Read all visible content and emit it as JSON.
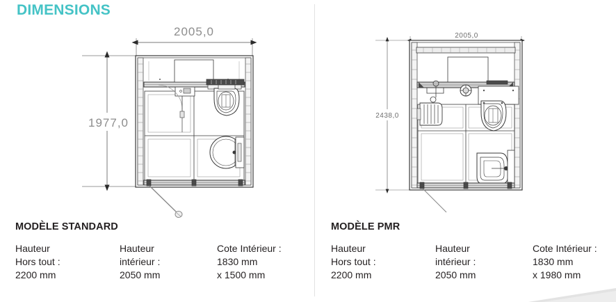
{
  "page": {
    "title": "DIMENSIONS",
    "title_color": "#45c3c6",
    "background_color": "#ffffff",
    "drawing_line_color": "#3a3a3a",
    "dimension_text_color": "#808080"
  },
  "models": [
    {
      "id": "standard",
      "heading": "MODÈLE STANDARD",
      "drawing": {
        "width_dimension": "2005,0",
        "height_dimension": "1977,0"
      },
      "specs": [
        {
          "line1": "Hauteur",
          "line2": "Hors tout :",
          "line3": "2200 mm"
        },
        {
          "line1": "Hauteur",
          "line2": "intérieur :",
          "line3": "2050 mm"
        },
        {
          "line1": "Cote Intérieur :",
          "line2": "1830 mm",
          "line3": "x 1500 mm"
        }
      ]
    },
    {
      "id": "pmr",
      "heading": "MODÈLE PMR",
      "drawing": {
        "width_dimension": "2005,0",
        "height_dimension": "2438,0"
      },
      "specs": [
        {
          "line1": "Hauteur",
          "line2": "Hors tout :",
          "line3": "2200 mm"
        },
        {
          "line1": "Hauteur",
          "line2": "intérieur :",
          "line3": "2050 mm"
        },
        {
          "line1": "Cote Intérieur :",
          "line2": "1830 mm",
          "line3": "x 1980 mm"
        }
      ]
    }
  ]
}
